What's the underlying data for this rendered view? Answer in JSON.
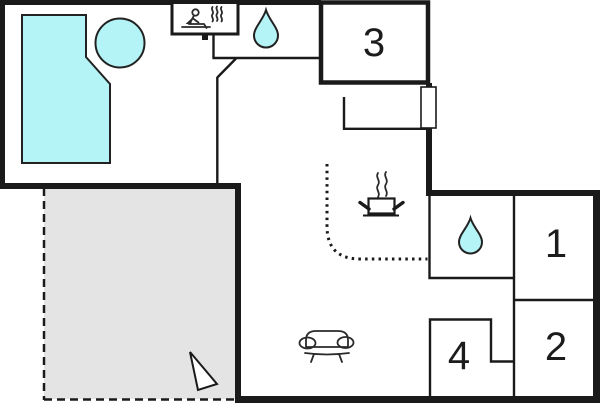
{
  "title": "floor-plan",
  "colors": {
    "background": "#ffffff",
    "wall": "#1a1a1a",
    "water": "#b5f4f6",
    "terrace": "#e4e4e4",
    "label": "#1c1c1c"
  },
  "rooms": {
    "room1": {
      "label": "1"
    },
    "room2": {
      "label": "2"
    },
    "room3": {
      "label": "3"
    },
    "room4": {
      "label": "4"
    }
  },
  "features": {
    "pool": "swimming-pool",
    "hot_tub": "hot-tub",
    "terrace": "terrace",
    "window": "window",
    "kitchen_boundary": "dotted-kitchen-boundary"
  },
  "icons": [
    {
      "name": "sauna-icon"
    },
    {
      "name": "water-drop-icon-top"
    },
    {
      "name": "water-drop-icon-bathroom"
    },
    {
      "name": "cooking-pot-icon"
    },
    {
      "name": "sofa-icon"
    },
    {
      "name": "north-arrow-icon"
    }
  ]
}
